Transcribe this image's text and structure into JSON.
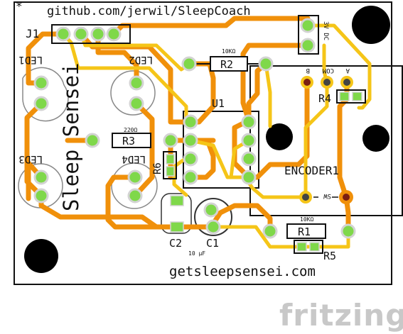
{
  "board": {
    "top_text": "github.com/jerwil/SleepCoach",
    "bottom_text": "getsleepsensei.com",
    "vertical_text": "Sleep Sensei",
    "star": "*"
  },
  "labels": {
    "j1": "J1",
    "led_tl": "LED1",
    "led_tr": "LED2",
    "led_bl": "LED3",
    "led_br": "LED4",
    "r2": "R2",
    "r2_value": "10KΩ",
    "r3": "R3",
    "r3_value": "220Ω",
    "r6": "R6",
    "u1": "U1",
    "r4": "R4",
    "encoder": "ENCODER1",
    "b": "B",
    "com": "COM",
    "a": "A",
    "sw": "SW",
    "r1": "R1",
    "r1_value": "10KΩ",
    "r5": "R5",
    "c2": "C2",
    "c1": "C1",
    "c_value": "10 µF",
    "dc": "3V DC"
  },
  "brand": "fritzing",
  "colors": {
    "board": "#ffffff",
    "outline": "#111111",
    "trace_bottom": "#f0900a",
    "trace_top": "#f5c518",
    "pad": "#7fd84a",
    "pad_ring": "#d3d3d3",
    "encoder_pad": "#7a1e12",
    "hole": "#000000"
  }
}
